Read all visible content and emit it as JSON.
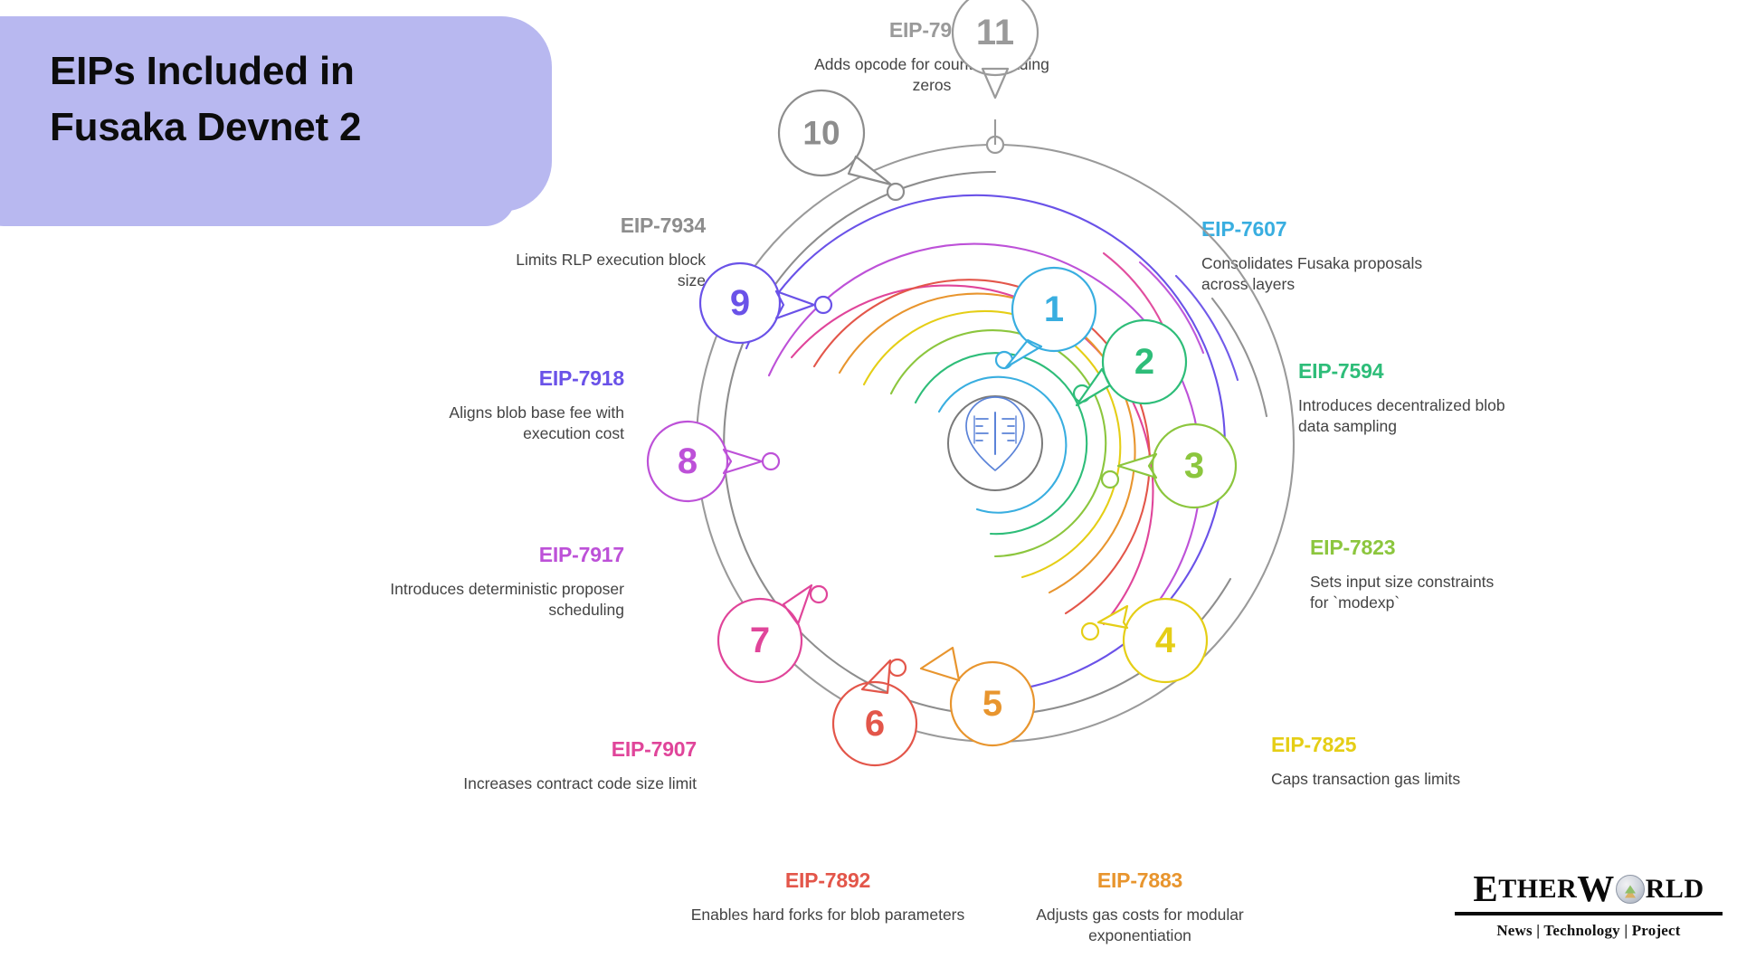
{
  "title": {
    "line1": "EIPs Included in",
    "line2": "Fusaka Devnet 2",
    "banner_color": "#b8b8f0"
  },
  "center": {
    "icon": "ethereum-shield-icon",
    "icon_color": "#4f7fd8"
  },
  "items": [
    {
      "number": "1",
      "code": "EIP-7607",
      "desc": "Consolidates Fusaka proposals across layers",
      "color": "#39aee0",
      "align": "left"
    },
    {
      "number": "2",
      "code": "EIP-7594",
      "desc": "Introduces decentralized blob data sampling",
      "color": "#2ebd79",
      "align": "left"
    },
    {
      "number": "3",
      "code": "EIP-7823",
      "desc": "Sets input size constraints for `modexp`",
      "color": "#8cc63e",
      "align": "left"
    },
    {
      "number": "4",
      "code": "EIP-7825",
      "desc": "Caps transaction gas limits",
      "color": "#e5ce16",
      "align": "left"
    },
    {
      "number": "5",
      "code": "EIP-7883",
      "desc": "Adjusts gas costs for modular exponentiation",
      "color": "#e8952e",
      "align": "center"
    },
    {
      "number": "6",
      "code": "EIP-7892",
      "desc": "Enables hard forks for blob parameters",
      "color": "#e3564a",
      "align": "center"
    },
    {
      "number": "7",
      "code": "EIP-7907",
      "desc": "Increases contract code size limit",
      "color": "#e0459a",
      "align": "right"
    },
    {
      "number": "8",
      "code": "EIP-7917",
      "desc": "Introduces deterministic proposer scheduling",
      "color": "#bd51d8",
      "align": "right"
    },
    {
      "number": "9",
      "code": "EIP-7918",
      "desc": "Aligns blob base fee with execution cost",
      "color": "#6a52e8",
      "align": "right"
    },
    {
      "number": "10",
      "code": "EIP-7934",
      "desc": "Limits RLP execution block size",
      "color": "#8d8d8d",
      "align": "right"
    },
    {
      "number": "11",
      "code": "EIP-7939",
      "desc": "Adds opcode for counting leading zeros",
      "color": "#9a9a9a",
      "align": "center"
    }
  ],
  "logo": {
    "word_a": "E",
    "word_b": "THER",
    "word_c": "W",
    "word_d": "RLD",
    "tagline": "News | Technology | Project"
  }
}
